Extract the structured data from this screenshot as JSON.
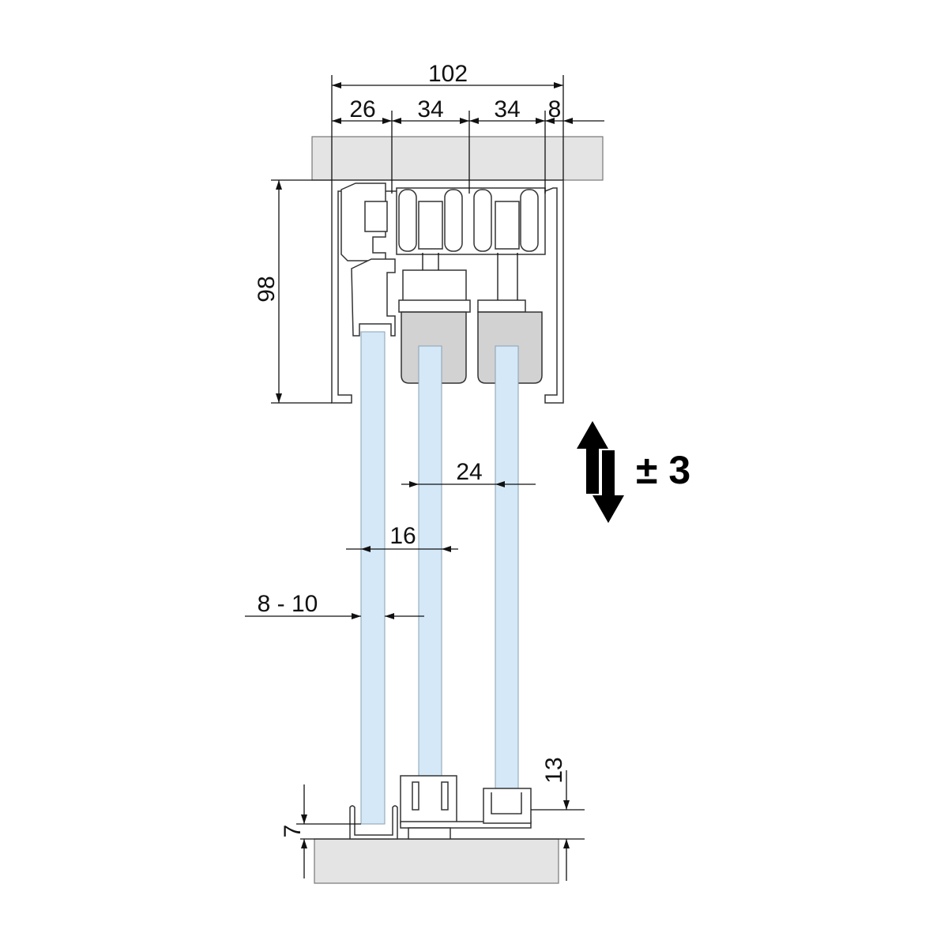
{
  "dimensions": {
    "total_width": "102",
    "seg1": "26",
    "seg2": "34",
    "seg3": "34",
    "seg4": "8",
    "profile_height": "98",
    "panel_spacing": "24",
    "panel_offset": "16",
    "glass_thickness": "8 - 10",
    "bottom_guide_height": "13",
    "floor_channel_height": "7"
  },
  "adjustment": {
    "label": "± 3"
  },
  "colors": {
    "glass": "#d4e8f8",
    "block": "#e4e4e4",
    "carriage": "#d2d2d2"
  }
}
